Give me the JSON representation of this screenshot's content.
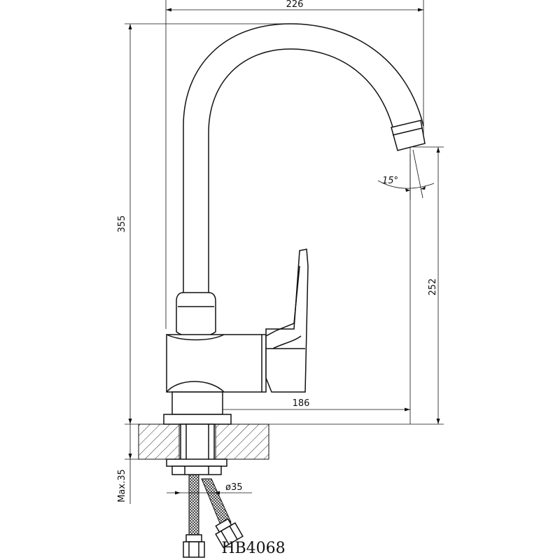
{
  "model": "HB4068",
  "dimensions": {
    "total_reach": "226",
    "total_height": "355",
    "spout_height": "252",
    "spout_reach": "186",
    "mount_thickness": "Max.35",
    "hole_diameter": "ø35",
    "spout_angle": "15°"
  },
  "colors": {
    "line": "#111111",
    "background": "#ffffff"
  }
}
